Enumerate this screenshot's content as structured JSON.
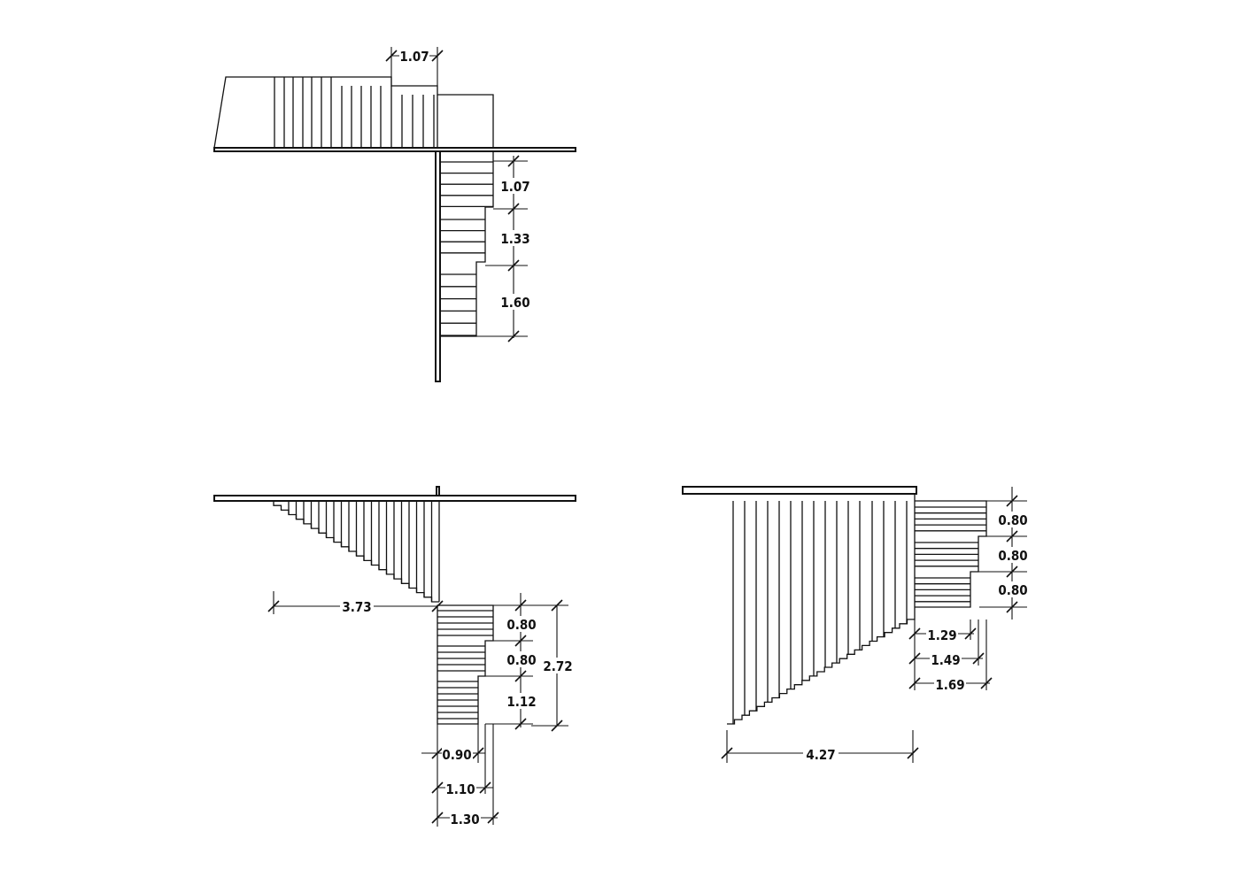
{
  "stair_1": {
    "dim_top": "1.07",
    "dim_right": [
      "1.07",
      "1.33",
      "1.60"
    ]
  },
  "stair_2": {
    "dim_run": "3.73",
    "dim_right": [
      "0.80",
      "0.80",
      "1.12"
    ],
    "dim_total": "2.72",
    "dim_bottom": [
      "0.90",
      "1.10",
      "1.30"
    ]
  },
  "stair_3": {
    "dim_right": [
      "0.80",
      "0.80",
      "0.80"
    ],
    "dim_widths": [
      "1.29",
      "1.49",
      "1.69"
    ],
    "dim_run": "4.27"
  },
  "colors": {
    "line": "#111111",
    "background": "#ffffff"
  }
}
